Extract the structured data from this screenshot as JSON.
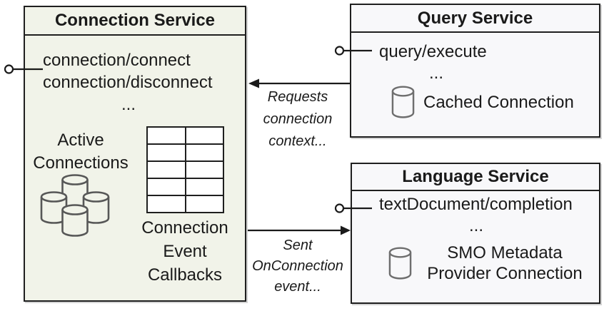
{
  "diagram": {
    "connection_service": {
      "title": "Connection Service",
      "method_1": "connection/connect",
      "method_2": "connection/disconnect",
      "ellipsis": "...",
      "active_line_1": "Active",
      "active_line_2": "Connections",
      "callbacks_line_1": "Connection",
      "callbacks_line_2": "Event",
      "callbacks_line_3": "Callbacks",
      "cluster_icon": "database-cluster-icon",
      "table_icon": "connection-event-table"
    },
    "query_service": {
      "title": "Query Service",
      "method_1": "query/execute",
      "ellipsis": "...",
      "cache_label": "Cached Connection",
      "db_icon": "database-cylinder-icon"
    },
    "language_service": {
      "title": "Language Service",
      "method_1": "textDocument/completion",
      "ellipsis": "...",
      "smo_line_1": "SMO Metadata",
      "smo_line_2": "Provider Connection",
      "db_icon": "database-cylinder-icon"
    },
    "arrows": {
      "requests_line_1": "Requests",
      "requests_line_2": "connection",
      "requests_line_3": "context...",
      "sent_line_1": "Sent",
      "sent_line_2": "OnConnection",
      "sent_line_3": "event...",
      "interface_icon": "lollipop-interface-icon"
    },
    "colors": {
      "connection_fill": "#f1f3e9",
      "service_fill": "#f8f8fa",
      "border": "#1f1f1f",
      "icon_stroke_dark": "#575757",
      "icon_stroke_light": "#6e6e6e",
      "text": "#1a1a1a"
    }
  }
}
